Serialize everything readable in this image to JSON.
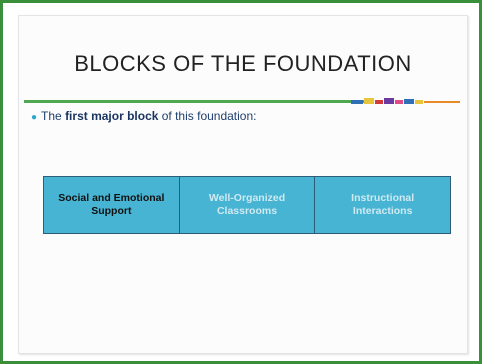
{
  "slide": {
    "title": "BLOCKS OF THE FOUNDATION",
    "bullet": {
      "prefix": "The ",
      "emphasis": "first major block",
      "suffix": " of this foundation:"
    },
    "blocks": [
      {
        "label": "Social and Emotional Support",
        "state": "highlighted"
      },
      {
        "label": "Well-Organized Classrooms",
        "state": "faded"
      },
      {
        "label": "Instructional Interactions",
        "state": "faded"
      }
    ]
  },
  "colors": {
    "frame_border": "#3b8f3b",
    "title_rule": "#4fa84f",
    "block_fill": "#47b4d3",
    "strip": [
      "#2e6fb5",
      "#e8c43a",
      "#d23a3a",
      "#6a3aa0",
      "#e04a86",
      "#2e6fb5",
      "#e8c43a",
      "#e88a2a"
    ]
  }
}
